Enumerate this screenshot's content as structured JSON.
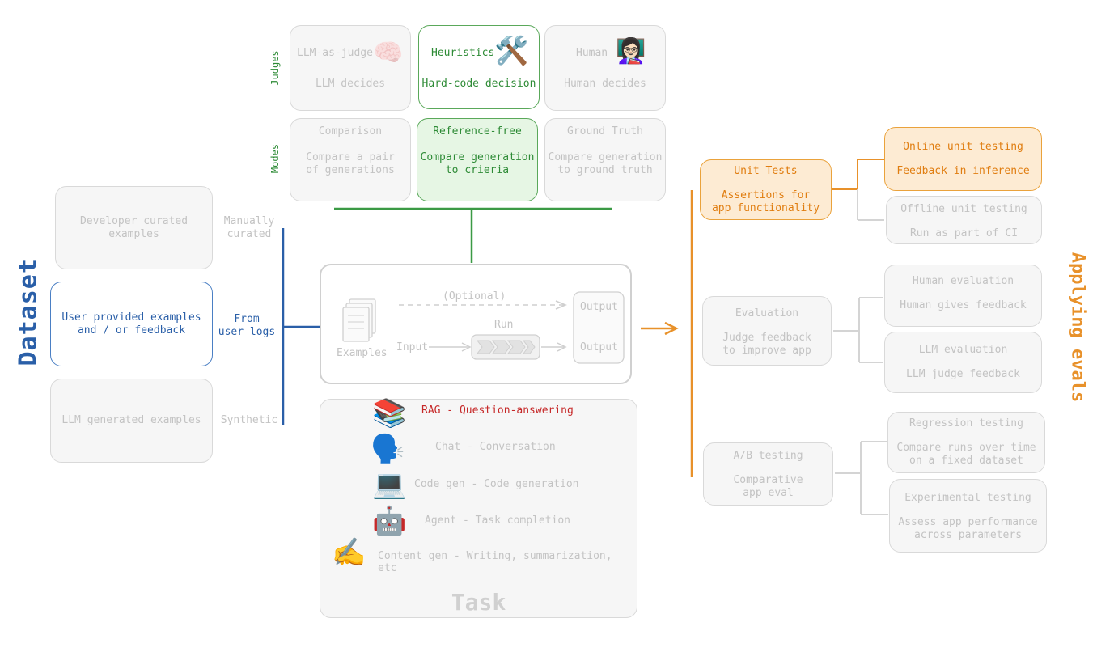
{
  "judges": {
    "label": "Judges",
    "llm": {
      "title": "LLM-as-judge",
      "desc": "LLM decides"
    },
    "heuristics": {
      "title": "Heuristics",
      "desc": "Hard-code decision"
    },
    "human": {
      "title": "Human",
      "desc": "Human decides"
    }
  },
  "modes": {
    "label": "Modes",
    "comparison": {
      "title": "Comparison",
      "desc": "Compare a pair\nof generations"
    },
    "reference_free": {
      "title": "Reference-free",
      "desc": "Compare generation\nto crieria"
    },
    "ground_truth": {
      "title": "Ground Truth",
      "desc": "Compare generation\nto ground truth"
    }
  },
  "dataset": {
    "title": "Dataset",
    "developer": "Developer curated\nexamples",
    "manually_curated": "Manually\ncurated",
    "user_provided": "User provided examples\nand / or feedback",
    "from_user_logs": "From\nuser logs",
    "llm_generated": "LLM generated examples",
    "synthetic": "Synthetic"
  },
  "pipeline": {
    "optional": "(Optional)",
    "run": "Run",
    "input": "Input",
    "examples": "Examples",
    "output1": "Output",
    "output2": "Output"
  },
  "task": {
    "title": "Task",
    "items": [
      {
        "icon": "books-icon",
        "label": "RAG - Question-answering"
      },
      {
        "icon": "speaking-head-icon",
        "label": "Chat - Conversation"
      },
      {
        "icon": "laptop-icon",
        "label": "Code gen - Code generation"
      },
      {
        "icon": "robot-icon",
        "label": "Agent - Task completion"
      },
      {
        "icon": "writing-hand-icon",
        "label": "Content gen - Writing, summarization, etc"
      }
    ]
  },
  "applying": {
    "title": "Applying evals",
    "unit_tests": {
      "title": "Unit Tests",
      "desc": "Assertions for\napp functionality"
    },
    "online_unit": {
      "title": "Online unit testing",
      "desc": "Feedback in inference"
    },
    "offline_unit": {
      "title": "Offline unit testing",
      "desc": "Run as part of CI"
    },
    "evaluation": {
      "title": "Evaluation",
      "desc": "Judge feedback\nto improve app"
    },
    "human_eval": {
      "title": "Human evaluation",
      "desc": "Human gives feedback"
    },
    "llm_eval": {
      "title": "LLM evaluation",
      "desc": "LLM judge feedback"
    },
    "ab_testing": {
      "title": "A/B testing",
      "desc": "Comparative\napp eval"
    },
    "regression": {
      "title": "Regression testing",
      "desc": "Compare runs over time\non a fixed dataset"
    },
    "experimental": {
      "title": "Experimental testing",
      "desc": "Assess app performance\nacross parameters"
    }
  },
  "colors": {
    "green": "#2e8b36",
    "blue": "#2a5fa8",
    "orange": "#e8912a",
    "red": "#c62828",
    "muted": "#c3c3c3"
  }
}
